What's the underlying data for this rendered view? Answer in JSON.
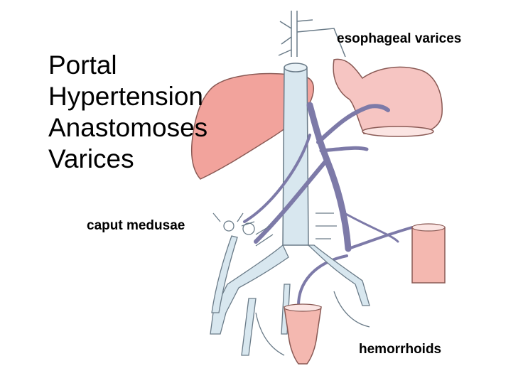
{
  "title_lines": [
    "Portal",
    "Hypertension",
    "Anastomoses",
    "Varices"
  ],
  "labels": {
    "esophageal_varices": "esophageal varices",
    "caput_medusae": "caput medusae",
    "hemorrhoids": "hemorrhoids"
  },
  "colors": {
    "portal_vein": "#7d7aa8",
    "systemic_vein": "#d8e7ef",
    "vein_outline": "#6a7b88",
    "liver": "#f2a39c",
    "stomach": "#f6c5c2",
    "rectum": "#f4b8b0"
  }
}
